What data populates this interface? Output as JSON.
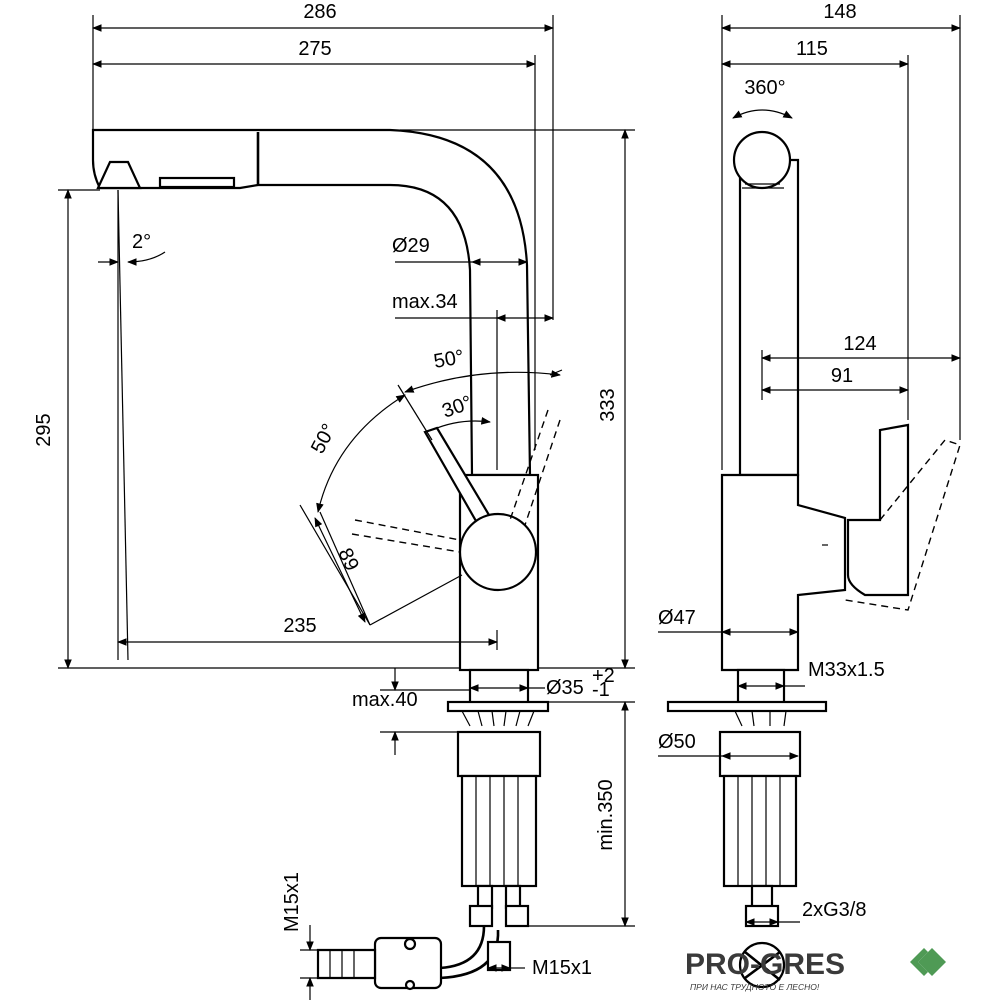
{
  "dimensions": {
    "front_width_overall": "286",
    "front_width_spout": "275",
    "spout_diameter": "Ø29",
    "max_body": "max.34",
    "lever_angle_back": "50°",
    "lever_angle_front": "50°",
    "lever_angle_inner": "30°",
    "spray_angle": "2°",
    "lever_length": "89",
    "reach": "235",
    "height_outlet": "295",
    "height_overall": "333",
    "deck_thickness": "max.40",
    "hole_diameter": "Ø35",
    "hole_tol_upper": "+2",
    "hole_tol_lower": "-1",
    "min_hose": "min.350",
    "outlet_thread_left": "M15x1",
    "outlet_thread_bottom": "M15x1",
    "side_width_overall": "148",
    "side_width_spout": "115",
    "rotation": "360°",
    "side_lever_124": "124",
    "side_lever_91": "91",
    "body_diameter": "Ø47",
    "shank_thread": "M33x1.5",
    "base_diameter": "Ø50",
    "supply_thread": "2xG3/8"
  },
  "brand": {
    "name": "PRO-GRES",
    "tagline": "ПРИ НАС ТРУДНОТО Е ЛЕСНО!",
    "accent_color": "#4f9a55"
  }
}
